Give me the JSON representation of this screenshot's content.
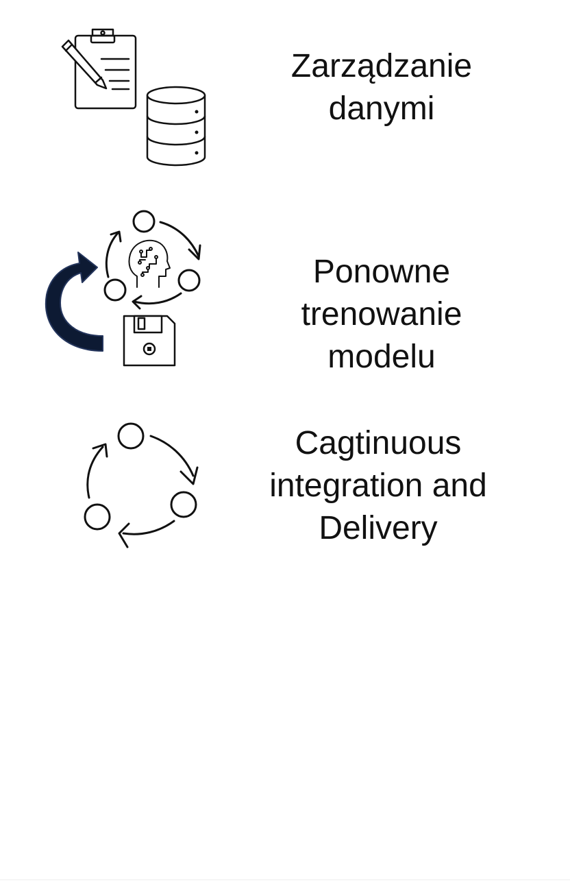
{
  "items": [
    {
      "icons": [
        "clipboard-pencil-icon",
        "database-icon"
      ],
      "lines": [
        "Zarządzanie",
        "danymi"
      ]
    },
    {
      "icons": [
        "cycle-arrows-icon",
        "ai-head-icon",
        "floppy-disk-icon",
        "curved-arrow-icon"
      ],
      "lines": [
        "Ponowne",
        "trenowanie",
        "modelu"
      ]
    },
    {
      "icons": [
        "cycle-arrows-icon"
      ],
      "lines": [
        "Cagtinuous",
        "integration and",
        "Delivery"
      ]
    }
  ],
  "colors": {
    "stroke": "#111111",
    "arrow_fill": "#0d1a33",
    "background": "#ffffff"
  }
}
